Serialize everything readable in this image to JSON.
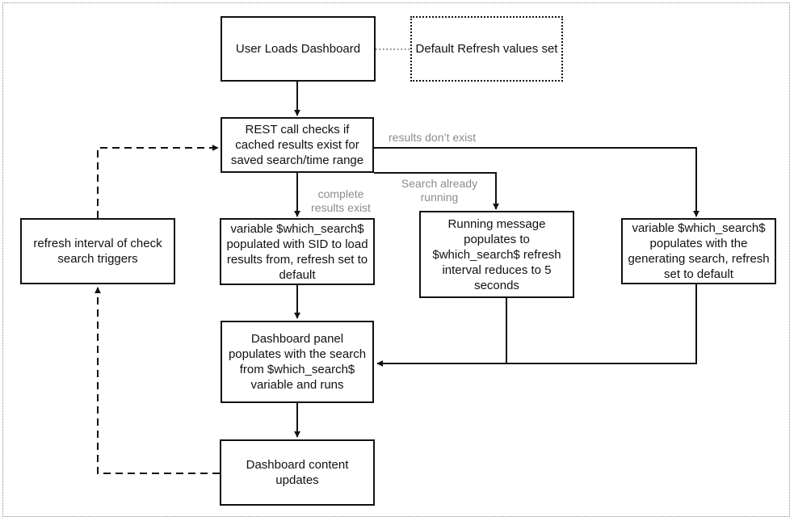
{
  "nodes": {
    "user_loads": "User Loads Dashboard",
    "default_refresh": "Default Refresh values set",
    "rest_call": "REST call checks if cached results exist for saved search/time range",
    "refresh_interval": "refresh interval of check search triggers",
    "var_sid": "variable $which_search$ populated with SID to load results from, refresh set to default",
    "running_message": "Running message populates to $which_search$ refresh interval reduces to 5 seconds",
    "var_generating": "variable $which_search$ populates with the generating search, refresh set to default",
    "panel_populates": "Dashboard panel populates with the search from $which_search$ variable and runs",
    "content_updates": "Dashboard content updates"
  },
  "edge_labels": {
    "results_dont_exist": "results don’t exist",
    "search_already_running": "Search already running",
    "complete_results_exist": "complete results exist"
  }
}
